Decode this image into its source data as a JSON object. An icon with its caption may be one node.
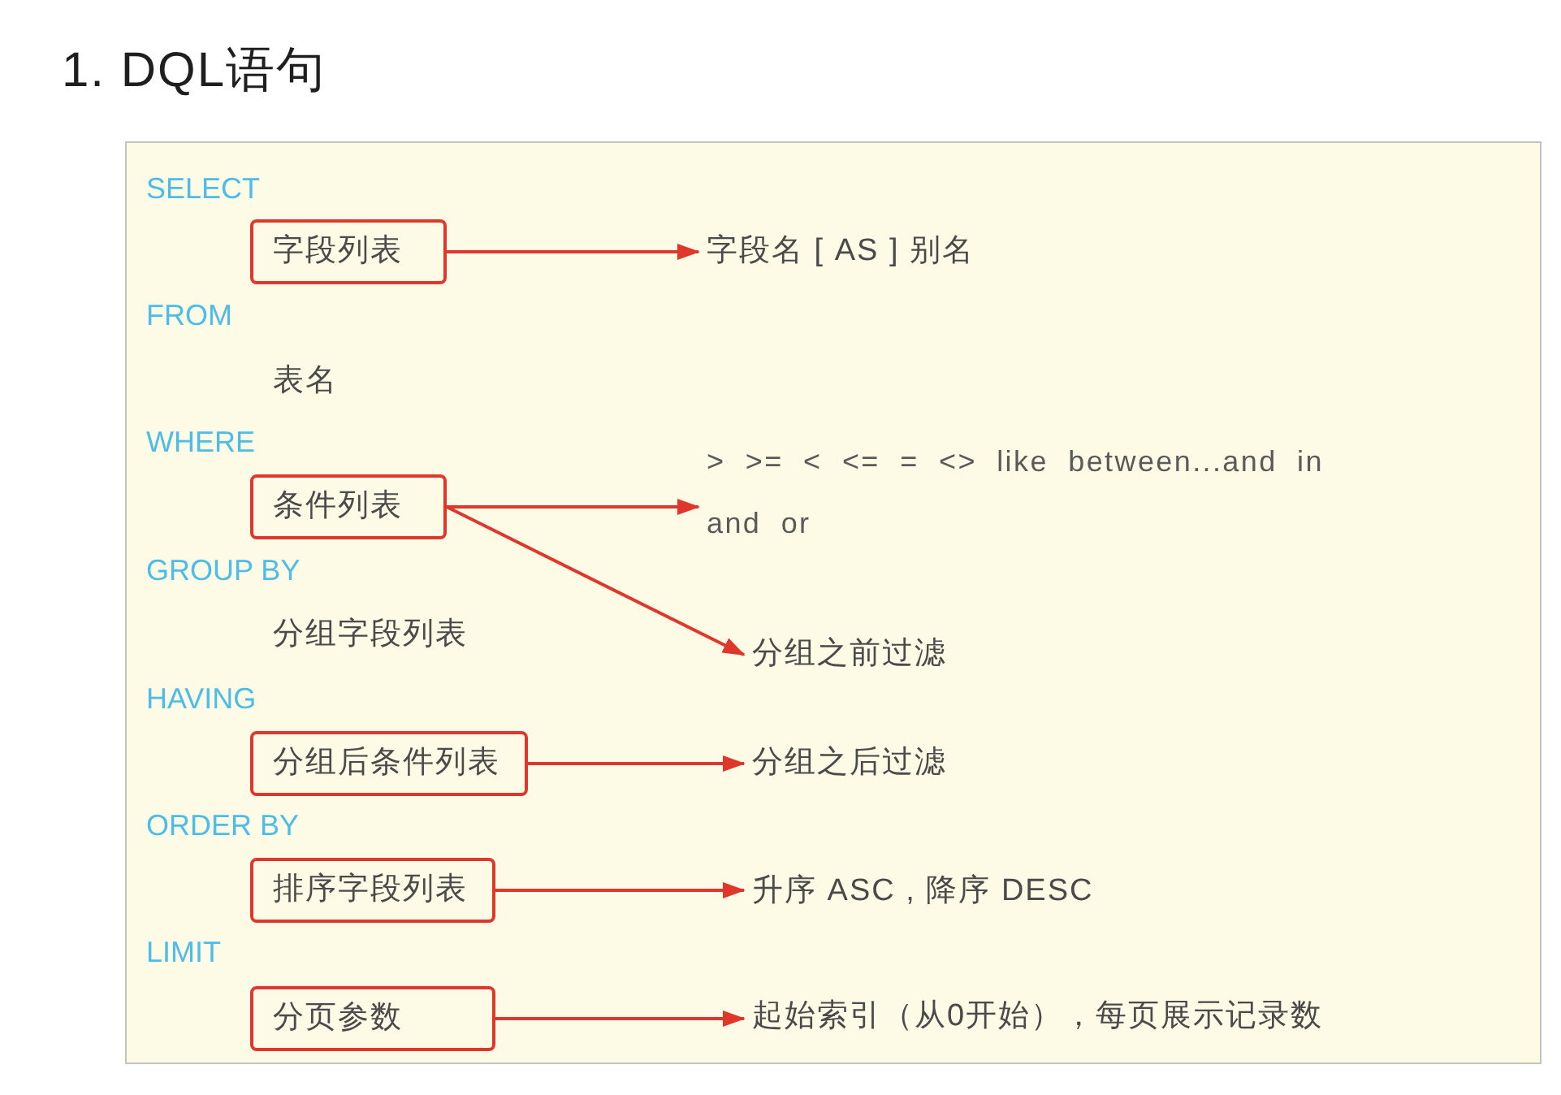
{
  "diagram": {
    "title": "1. DQL语句",
    "nodes": [
      {
        "text": [
          "SELECT",
          "FROM",
          "表名",
          "WHERE",
          "GROUP BY",
          "分组字段列表",
          "HAVING",
          "ORDER BY",
          "LIMIT"
        ]
      },
      {
        "text": [
          "字段列表"
        ],
        "in": 0
      },
      {
        "text": [
          "字段名 [ AS ] 别名"
        ],
        "in": 0
      },
      {
        "text": [
          "条件列表"
        ],
        "in": 0
      },
      {
        "text": [
          "> >= < <= = <> like between...and in and or"
        ],
        "in": 0
      },
      {
        "text": [
          "分组之前过滤"
        ],
        "in": 0
      },
      {
        "text": [
          "分组后条件列表"
        ],
        "in": 0
      },
      {
        "text": [
          "分组之后过滤"
        ],
        "in": 0
      },
      {
        "text": [
          "排序字段列表"
        ],
        "in": 0
      },
      {
        "text": [
          "升序 ASC , 降序 DESC"
        ],
        "in": 0
      },
      {
        "text": [
          "分页参数"
        ],
        "in": 0
      },
      {
        "text": [
          "起始索引（从0开始），每页展示记录数"
        ],
        "in": 0
      }
    ],
    "edges": [
      {
        "from": 1,
        "to": 2,
        "arrow": "to"
      },
      {
        "from": 3,
        "to": 4,
        "arrow": "to"
      },
      {
        "from": 3,
        "to": 5,
        "arrow": "to"
      },
      {
        "from": 6,
        "to": 7,
        "arrow": "to"
      },
      {
        "from": 8,
        "to": 9,
        "arrow": "to"
      },
      {
        "from": 10,
        "to": 11,
        "arrow": "to"
      }
    ]
  }
}
